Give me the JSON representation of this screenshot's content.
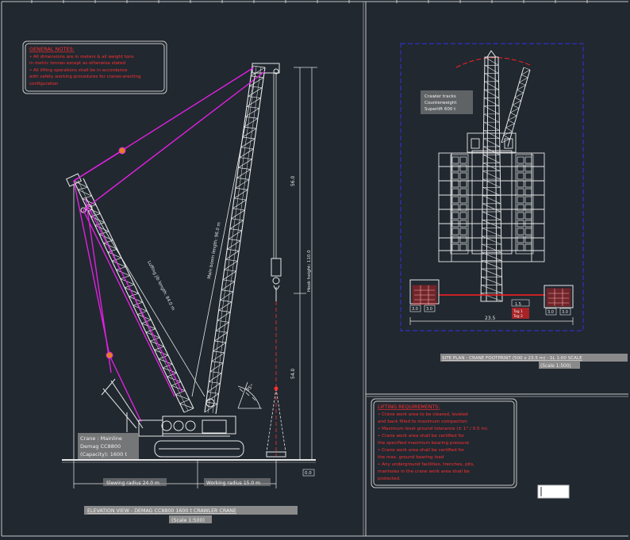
{
  "colors": {
    "background": "#212830",
    "frame": "#c8c8c8",
    "structure": "#e8e8e8",
    "rigging": "#e020e0",
    "notes_text": "#ff3030",
    "highlight": "#ff2020",
    "title_bar": "#8a8a8a",
    "plan_border": "#3030c0",
    "ballast": "#ffb0b0"
  },
  "elevation": {
    "notes": {
      "heading": "GENERAL NOTES:",
      "lines": [
        "• All dimensions are in meters & all weight tons",
        "  in metric tonnes except as otherwise stated",
        "• All lifting operations shall be in accordance",
        "  with safety working procedures for cranes-erecting",
        "  configuration"
      ]
    },
    "crane_label": [
      "Crane : Mainline",
      "Demag CC8800",
      "(Capacity): 1600 t"
    ],
    "dims": {
      "main_boom": "Main boom length: 96.0 m",
      "luffing": "Luffing jib length: 84.0 m",
      "hook_height": "Hook height: 110.0",
      "upper": "56.0",
      "lower": "54.0",
      "angle": "85°",
      "ground": "0.0",
      "slewing_radius": "Slewing radius 24.0 m",
      "working_radius": "Working radius 15.0 m"
    },
    "title": "ELEVATION VIEW - DEMAG CC8800 1600 t CRAWLER CRANE",
    "scale": "(Scale 1:500)"
  },
  "plan": {
    "label_lines": [
      "Crawler tracks",
      "Counterweight",
      "Superlift 600 t"
    ],
    "dim_width": "23.5",
    "dim_left": [
      "3.0",
      "3.0"
    ],
    "dim_right": [
      "3.0",
      "3.0"
    ],
    "dim_center": "1.5",
    "tag_lines": [
      "Tag 1",
      "Tag 2"
    ],
    "title": "SITE PLAN - CRANE FOOTPRINT (500 x 23.5 m) - SL 1:00 SCALE",
    "scale": "(Scale 1:500)"
  },
  "lifting_notes": {
    "heading": "LIFTING REQUIREMENTS:",
    "lines": [
      "• Crane work area to be cleared, leveled",
      "  and back filled to maximum compaction",
      "• Maximum level ground tolerance (± 1° / 0.5 m).",
      "• Crane work area shall be certified for",
      "  the specified maximum bearing pressure",
      "• Crane work area shall be certified for",
      "  the max. ground bearing load",
      "• Any underground facilities, trenches, pits,",
      "  manholes in the crane work area shall be",
      "  protected."
    ]
  }
}
